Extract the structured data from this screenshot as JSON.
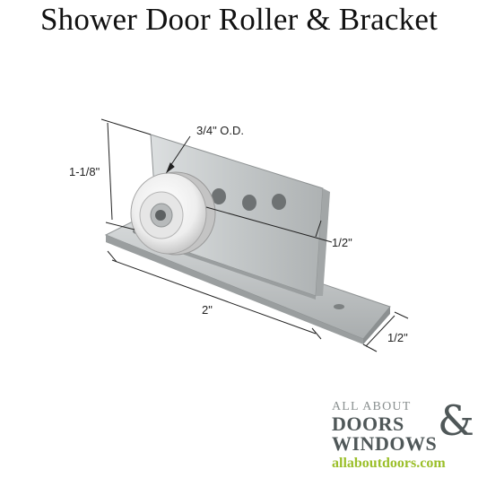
{
  "title": "Shower Door Roller & Bracket",
  "dimensions": {
    "roller_od": "3/4\" O.D.",
    "height": "1-1/8\"",
    "offset": "1/2\"",
    "length": "2\"",
    "width": "1/2\""
  },
  "logo": {
    "line1": "ALL ABOUT",
    "line2": "DOORS",
    "ampersand": "&",
    "line3": "WINDOWS",
    "url": "allaboutdoors.com"
  },
  "colors": {
    "metal": "#c9cccd",
    "roller": "#f2f2f2",
    "logo_text": "#4f5758",
    "logo_url": "#9bbf2a"
  }
}
